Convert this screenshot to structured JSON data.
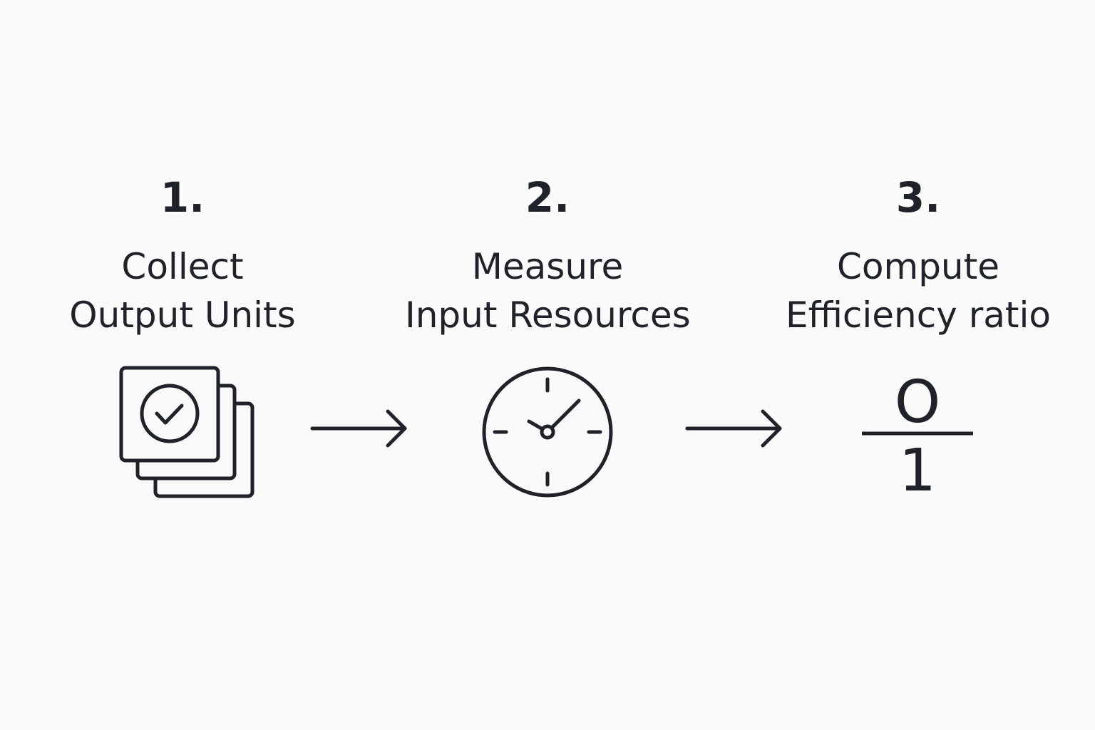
{
  "steps": [
    {
      "number": "1.",
      "title_line1": "Collect",
      "title_line2": "Output Units",
      "icon": "stacked-check-cards-icon"
    },
    {
      "number": "2.",
      "title_line1": "Measure",
      "title_line2": "Input Resources",
      "icon": "clock-icon"
    },
    {
      "number": "3.",
      "title_line1": "Compute",
      "title_line2": "Efficiency ratio",
      "icon": "fraction-icon",
      "fraction": {
        "numerator": "O",
        "denominator": "1"
      }
    }
  ],
  "connectors": [
    {
      "icon": "arrow-right-icon"
    },
    {
      "icon": "arrow-right-icon"
    }
  ],
  "colors": {
    "background": "#fafafa",
    "ink": "#1f2228"
  }
}
